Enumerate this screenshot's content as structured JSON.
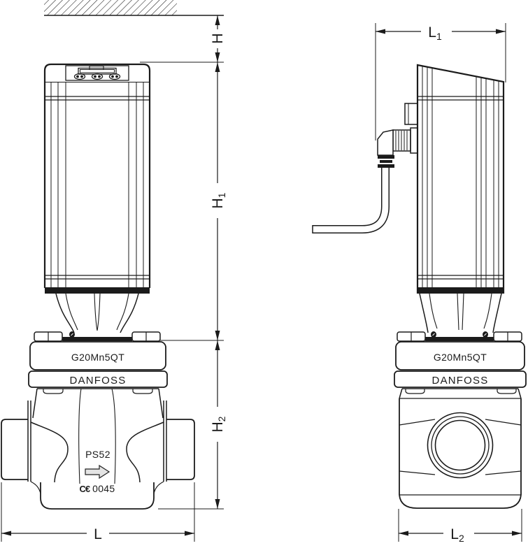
{
  "drawing": {
    "type": "technical-dimension-drawing",
    "product": {
      "bonnet_marking": "G20Mn5QT",
      "brand": "DANFOSS",
      "body_marking": "PS52",
      "ce_mark": "C€",
      "ce_number": "0045"
    },
    "dimension_labels": {
      "h": {
        "main": "H",
        "sub": ""
      },
      "h1": {
        "main": "H",
        "sub": "1"
      },
      "h2": {
        "main": "H",
        "sub": "2"
      },
      "l": {
        "main": "L",
        "sub": ""
      },
      "l1": {
        "main": "L",
        "sub": "1"
      },
      "l2": {
        "main": "L",
        "sub": "2"
      }
    },
    "icons": {
      "flow_arrow": "flow-direction-right",
      "ceiling_hatch": "mounting-surface-hatch"
    },
    "line_color": "#1b1b1b"
  }
}
